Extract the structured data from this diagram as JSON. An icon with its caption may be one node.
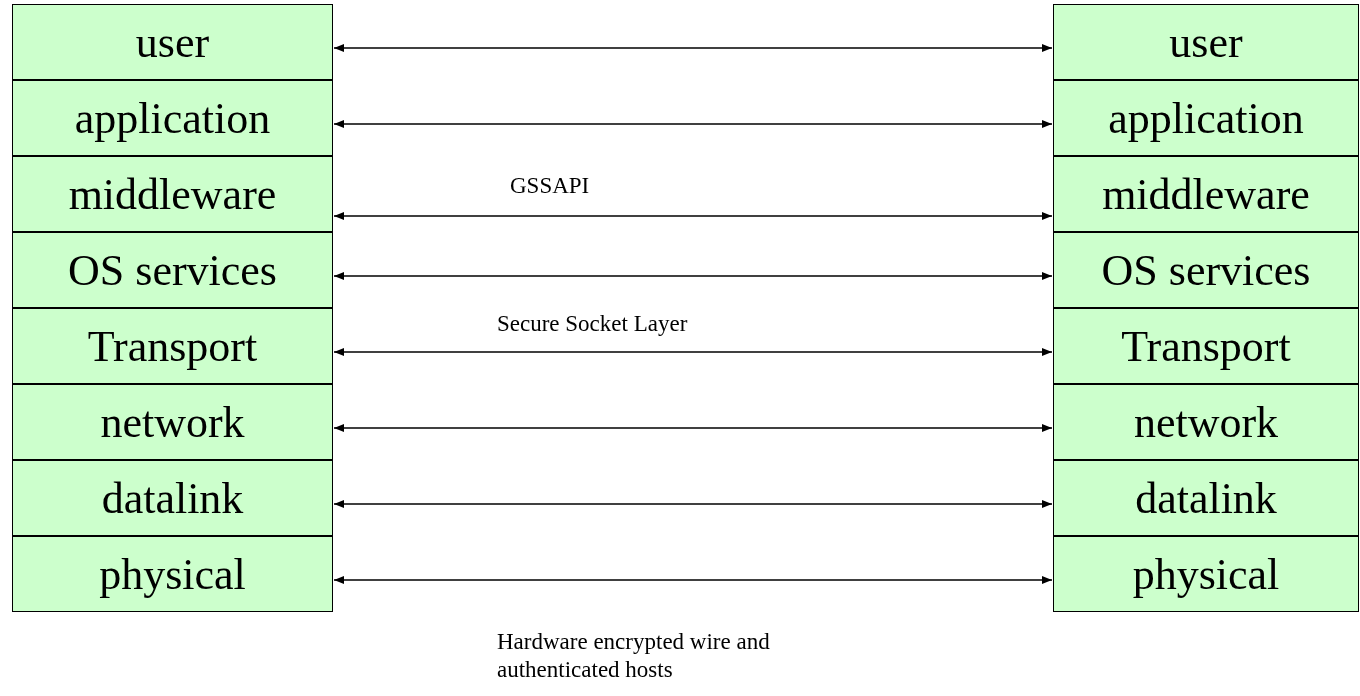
{
  "diagram": {
    "nodes": [
      {
        "text": [
          "user"
        ]
      },
      {
        "text": [
          "application"
        ]
      },
      {
        "text": [
          "middleware"
        ]
      },
      {
        "text": [
          "OS services"
        ]
      },
      {
        "text": [
          "Transport"
        ]
      },
      {
        "text": [
          "network"
        ]
      },
      {
        "text": [
          "datalink"
        ]
      },
      {
        "text": [
          "physical"
        ]
      },
      {
        "text": [
          "user"
        ]
      },
      {
        "text": [
          "application"
        ]
      },
      {
        "text": [
          "middleware"
        ]
      },
      {
        "text": [
          "OS services"
        ]
      },
      {
        "text": [
          "Transport"
        ]
      },
      {
        "text": [
          "network"
        ]
      },
      {
        "text": [
          "datalink"
        ]
      },
      {
        "text": [
          "physical"
        ]
      }
    ],
    "edges": [
      {
        "from": 0,
        "to": 8,
        "arrow": "both"
      },
      {
        "from": 1,
        "to": 9,
        "arrow": "both"
      },
      {
        "from": 2,
        "to": 10,
        "arrow": "both",
        "label": "GSSAPI"
      },
      {
        "from": 3,
        "to": 11,
        "arrow": "both"
      },
      {
        "from": 4,
        "to": 12,
        "arrow": "both",
        "label": "Secure Socket Layer"
      },
      {
        "from": 5,
        "to": 13,
        "arrow": "both"
      },
      {
        "from": 6,
        "to": 14,
        "arrow": "both"
      },
      {
        "from": 7,
        "to": 15,
        "arrow": "both",
        "label": "Hardware encrypted wire and authenticated hosts"
      }
    ]
  }
}
